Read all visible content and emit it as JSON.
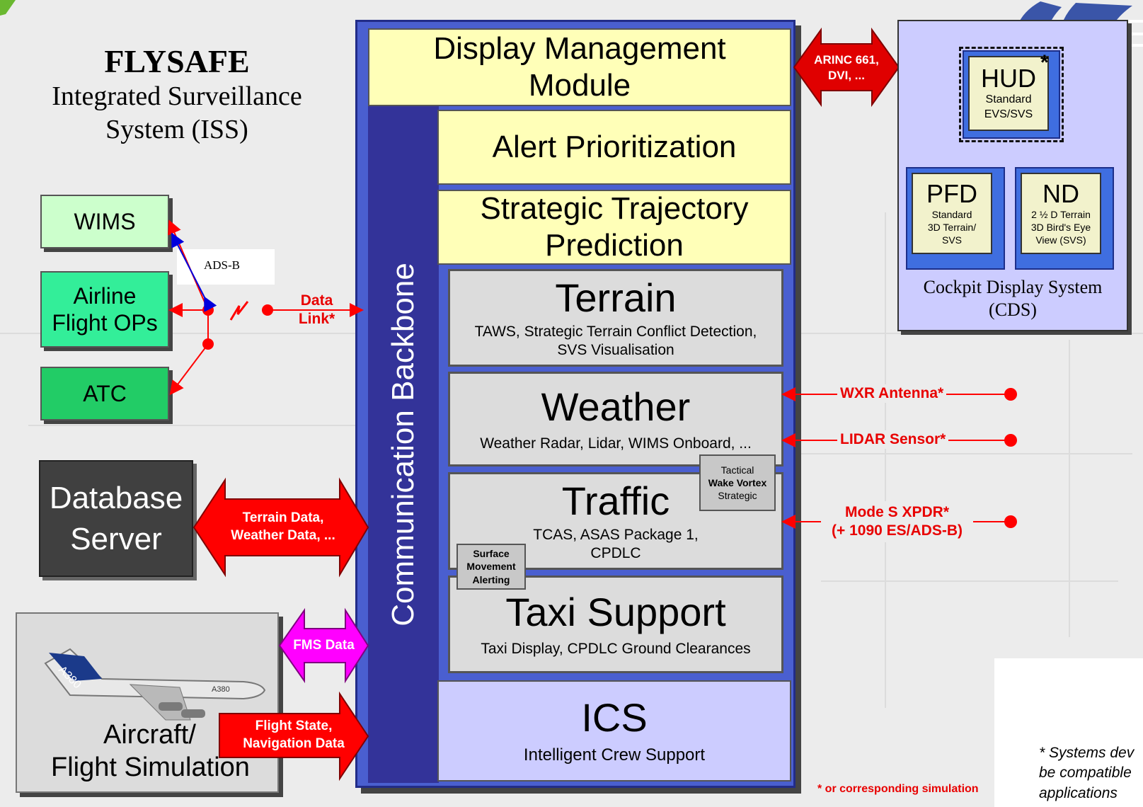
{
  "title": {
    "line1": "FLYSAFE",
    "line2": "Integrated Surveillance",
    "line3": "System (ISS)"
  },
  "left_boxes": {
    "wims": "WIMS",
    "airline_line1": "Airline",
    "airline_line2": "Flight OPs",
    "atc": "ATC",
    "ads_b": "ADS-B",
    "data_link_line1": "Data",
    "data_link_line2": "Link*"
  },
  "database": {
    "line1": "Database",
    "line2": "Server",
    "arrow_line1": "Terrain Data,",
    "arrow_line2": "Weather Data, ..."
  },
  "aircraft": {
    "line1": "Aircraft/",
    "line2": "Flight Simulation",
    "fms_label": "FMS Data",
    "state_line1": "Flight State,",
    "state_line2": "Navigation Data",
    "tail_text": "A380",
    "body_text": "A380"
  },
  "iss": {
    "backbone": "Communication Backbone",
    "dmm_line1": "Display Management",
    "dmm_line2": "Module",
    "alert": "Alert Prioritization",
    "stp_line1": "Strategic Trajectory",
    "stp_line2": "Prediction",
    "terrain_title": "Terrain",
    "terrain_sub1": "TAWS, Strategic Terrain Conflict Detection,",
    "terrain_sub2": "SVS Visualisation",
    "weather_title": "Weather",
    "weather_sub": "Weather Radar, Lidar, WIMS Onboard, ...",
    "wake_line1": "Tactical",
    "wake_line2": "Wake Vortex",
    "wake_line3": "Strategic",
    "traffic_title": "Traffic",
    "traffic_sub1": "TCAS, ASAS Package 1,",
    "traffic_sub2": "CPDLC",
    "surface_line1": "Surface",
    "surface_line2": "Movement",
    "surface_line3": "Alerting",
    "taxi_title": "Taxi Support",
    "taxi_sub": "Taxi Display, CPDLC Ground Clearances",
    "ics_title": "ICS",
    "ics_sub": "Intelligent Crew Support"
  },
  "sensors": {
    "wxr": "WXR Antenna*",
    "lidar": "LIDAR Sensor*",
    "modes_line1": "Mode S XPDR*",
    "modes_line2": "(+ 1090 ES/ADS-B)"
  },
  "arinc": {
    "line1": "ARINC 661,",
    "line2": "DVI, ..."
  },
  "cds": {
    "hud_title": "HUD",
    "hud_star": "*",
    "hud_sub1": "Standard",
    "hud_sub2": "EVS/SVS",
    "pfd_title": "PFD",
    "pfd_sub1": "Standard",
    "pfd_sub2": "3D Terrain/",
    "pfd_sub3": "SVS",
    "nd_title": "ND",
    "nd_sub1": "2 ½ D Terrain",
    "nd_sub2": "3D Bird's Eye",
    "nd_sub3": "View (SVS)",
    "label_line1": "Cockpit Display System",
    "label_line2": "(CDS)"
  },
  "footnotes": {
    "corresponding": "* or corresponding simulation",
    "systems_line1": "* Systems dev",
    "systems_line2": "be compatible",
    "systems_line3": "applications"
  },
  "colors": {
    "red_arrow": "#ff0000",
    "magenta_arrow": "#ff00ff",
    "backbone": "#333399",
    "module_yellow": "#ffffb8",
    "ics": "#ccccff",
    "cds_panel": "#ccccff"
  }
}
